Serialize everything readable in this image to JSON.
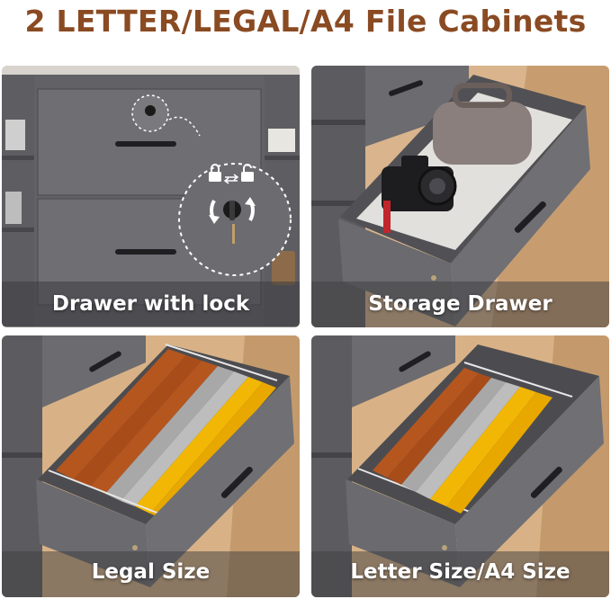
{
  "header": {
    "title": "2 LETTER/LEGAL/A4 File Cabinets"
  },
  "panels": [
    {
      "caption": "Drawer with lock"
    },
    {
      "caption": "Storage Drawer"
    },
    {
      "caption": "Legal Size"
    },
    {
      "caption": "Letter Size/A4 Size"
    }
  ],
  "colors": {
    "title": "#8a4a22",
    "wood": "#66666a",
    "wood_dark": "#4e4e52",
    "folder_orange": "#b5561f",
    "folder_gray": "#a6a6a6",
    "folder_yellow": "#f2b705",
    "floor": "#c9a27a"
  },
  "icons": [
    "lock-icon",
    "unlock-icon",
    "key-icon",
    "rotate-arrow-icon"
  ]
}
